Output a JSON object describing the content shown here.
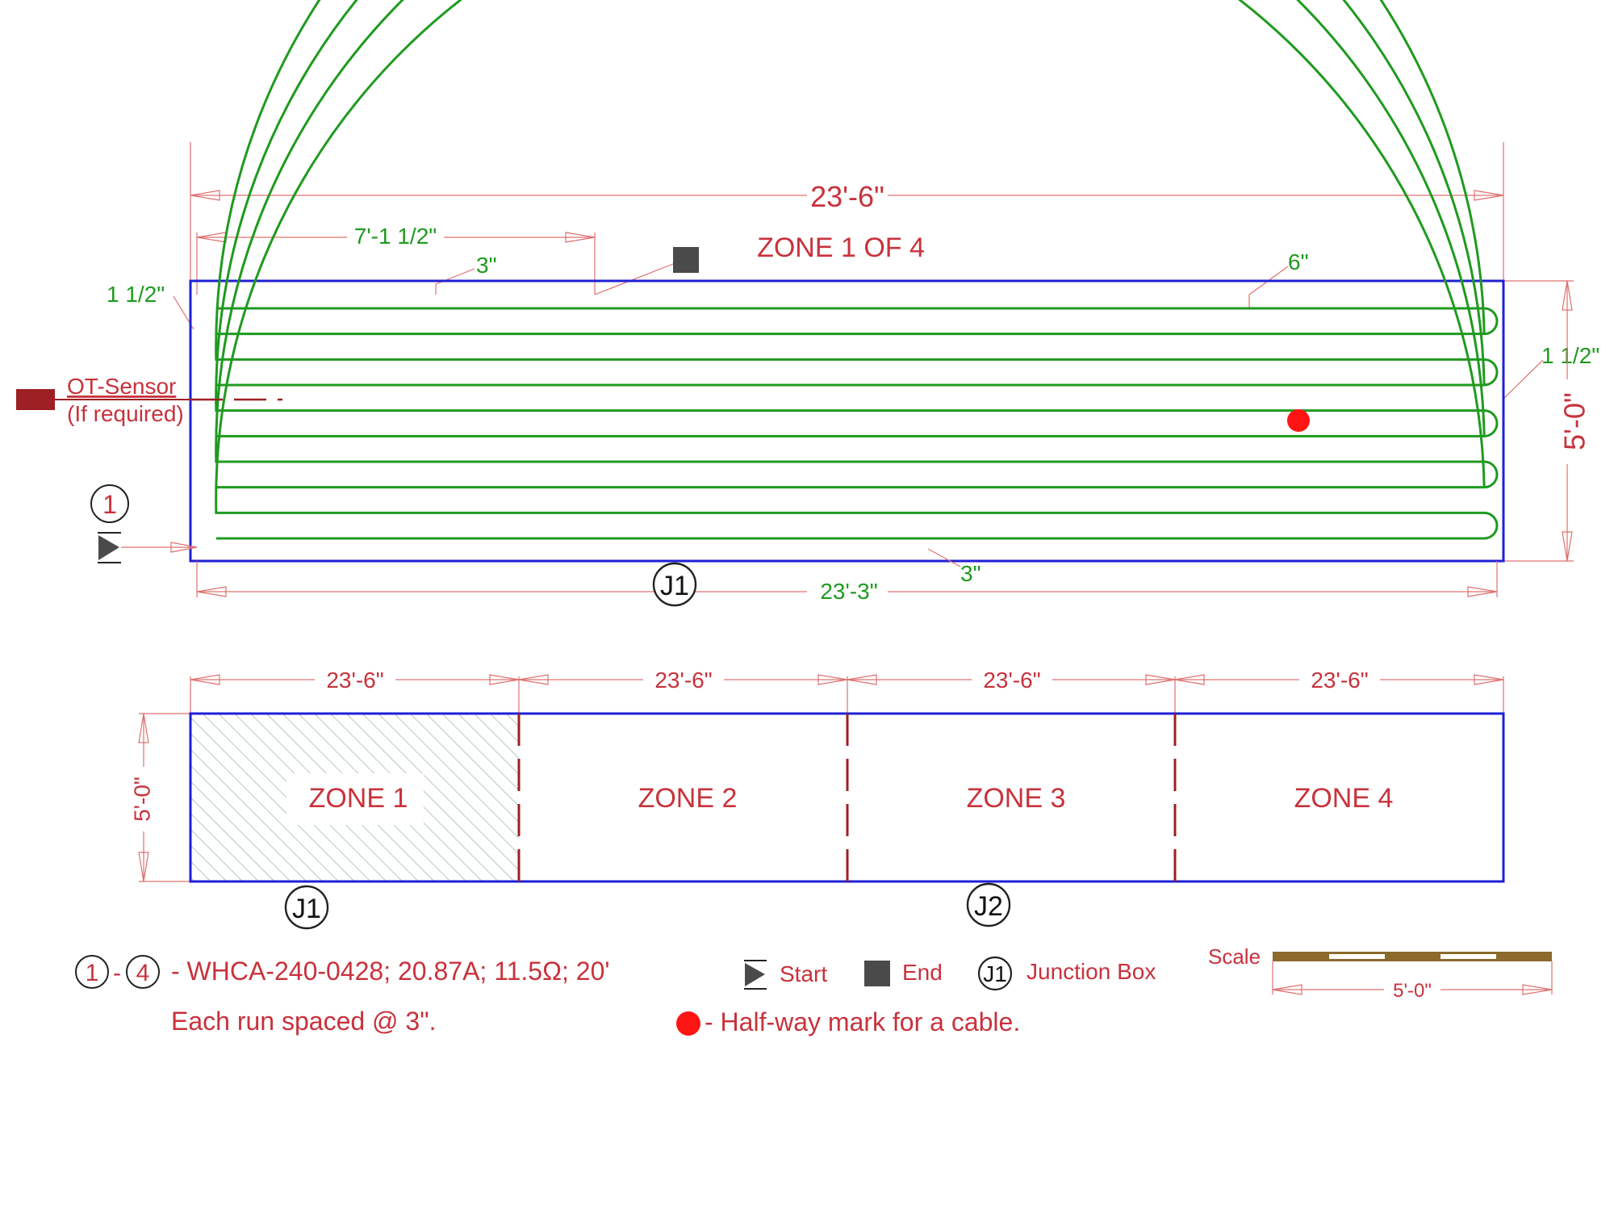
{
  "colors": {
    "red": "#c8323c",
    "dim_red": "#e07070",
    "blue": "#1f1fd6",
    "green": "#1f9a1f",
    "dark_red": "#9e1f24",
    "gray": "#4a4a4a",
    "bright_red": "#ff1414",
    "hatch": "#8fb59a",
    "scale_brown": "#8b6a2b"
  },
  "detail": {
    "title": "ZONE 1 OF 4",
    "overall_width": "23'-6\"",
    "height": "5'-0\"",
    "first_run_length": "7'-1 1/2\"",
    "spacing_top": "3\"",
    "edge_left": "1 1/2\"",
    "edge_right": "1 1/2\"",
    "top_offset": "6\"",
    "bottom_spacing": "3\"",
    "cable_run_length": "23'-3\"",
    "sensor_label": "OT-Sensor",
    "sensor_note": "(If required)",
    "cable_number": "1",
    "junction": "J1",
    "runs": 10
  },
  "zones": {
    "zone_width": "23'-6\"",
    "height": "5'-0\"",
    "labels": [
      "ZONE 1",
      "ZONE 2",
      "ZONE 3",
      "ZONE 4"
    ],
    "junctions": [
      "J1",
      "J2"
    ]
  },
  "legend": {
    "range_start": "1",
    "range_dash": "-",
    "range_end": "4",
    "cable_spec": "- WHCA-240-0428; 20.87A; 11.5Ω; 20'",
    "spacing_note": "Each run spaced @ 3\".",
    "start_label": "Start",
    "end_label": "End",
    "junction_symbol": "J1",
    "junction_label": "Junction Box",
    "halfway_label": "- Half-way mark for a cable.",
    "scale_label": "Scale",
    "scale_length": "5'-0\""
  }
}
